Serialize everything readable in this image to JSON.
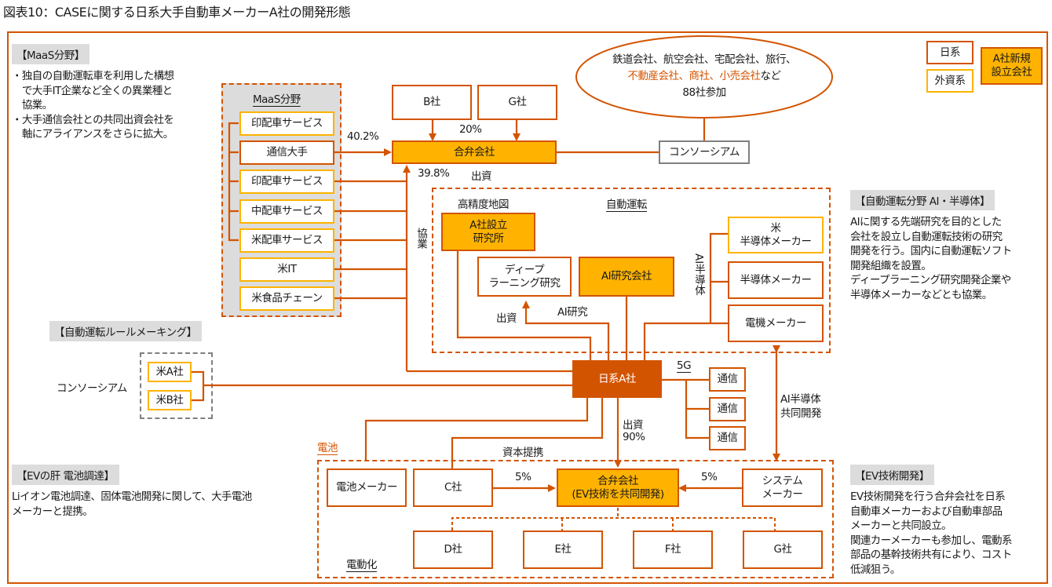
{
  "title": "図表10：CASEに関する日系大手自動車メーカーA社の開発形態",
  "colors": {
    "japanese": "#D35400",
    "foreign": "#FFB300",
    "new_company": "#FFB300",
    "company_a": "#D35400"
  },
  "legend": {
    "japanese": "日系",
    "foreign": "外資系",
    "new_company_line1": "A社新規",
    "new_company_line2": "設立会社"
  },
  "maas": {
    "heading": "【MaaS分野】",
    "desc_lines": [
      "・独自の自動運転車を利用した構想",
      "　で大手IT企業など全くの異業種と",
      "　協業。",
      "・大手通信会社との共同出資会社を",
      "　軸にアライアンスをさらに拡大。"
    ],
    "group_label": "MaaS分野",
    "members": [
      "印配車サービス",
      "通信大手",
      "印配車サービス",
      "中配車サービス",
      "米配車サービス",
      "米IT",
      "米食品チェーン"
    ],
    "pct_telecom": "40.2%",
    "pct_a": "39.8%",
    "invest_label": "出資",
    "collab_label": "協業",
    "b_company": "B社",
    "g_company": "G社",
    "pct_bg": "20%",
    "jv": "合弁会社",
    "consortium": "コンソーシアム",
    "ellipse_line1": "鉄道会社、航空会社、宅配会社、旅行、",
    "ellipse_line2_orange": "不動産会社、商社、小売会社",
    "ellipse_line2_rest": "など",
    "ellipse_line3": "88社参加"
  },
  "autonomous": {
    "heading": "【自動運転分野 AI・半導体】",
    "desc_lines": [
      "AIに関する先端研究を目的とした",
      "会社を設立し自動運転技術の研究",
      "開発を行う。国内に自動運転ソフト",
      "開発組織を設置。",
      "ディープラーニング研究開発企業や",
      "半導体メーカーなどとも協業。"
    ],
    "group_label": "自動運転",
    "hd_map_label": "高精度地図",
    "lab_line1": "A社設立",
    "lab_line2": "研究所",
    "dl_line1": "ディープ",
    "dl_line2": "ラーニング研究",
    "ai_company": "AI研究会社",
    "invest_label": "出資",
    "ai_research_label": "AI研究",
    "semi_label": "AI半導体",
    "us_semi_line1": "米",
    "us_semi_line2": "半導体メーカー",
    "semi_maker": "半導体メーカー",
    "elec_maker": "電機メーカー"
  },
  "rulemaking": {
    "heading": "【自動運転ルールメーキング】",
    "consortium_label": "コンソーシアム",
    "members": [
      "米A社",
      "米B社"
    ]
  },
  "center": {
    "company_a": "日系A社",
    "fiveg_label": "5G",
    "telecoms": [
      "通信",
      "通信",
      "通信"
    ],
    "invest_label": "出資",
    "invest_pct": "90%",
    "ai_semi_joint_line1": "AI半導体",
    "ai_semi_joint_line2": "共同開発"
  },
  "ev": {
    "battery_heading": "【EVの肝 電池調達】",
    "battery_desc_lines": [
      "Liイオン電池調達、固体電池開発に関して、大手電池",
      "メーカーと提携。"
    ],
    "battery_label": "電池",
    "capital_label": "資本提携",
    "battery_maker": "電池メーカー",
    "c_company": "C社",
    "pct_c": "5%",
    "jv_line1": "合弁会社",
    "jv_line2": "(EV技術を共同開発)",
    "pct_sys": "5%",
    "sys_line1": "システム",
    "sys_line2": "メーカー",
    "participants": [
      "D社",
      "E社",
      "F社",
      "G社"
    ],
    "electrification_label": "電動化",
    "tech_heading": "【EV技術開発】",
    "tech_desc_lines": [
      "EV技術開発を行う合弁会社を日系",
      "自動車メーカーおよび自動車部品",
      "メーカーと共同設立。",
      "関連カーメーカーも参加し、電動系",
      "部品の基幹技術共有により、コスト",
      "低減狙う。"
    ]
  }
}
